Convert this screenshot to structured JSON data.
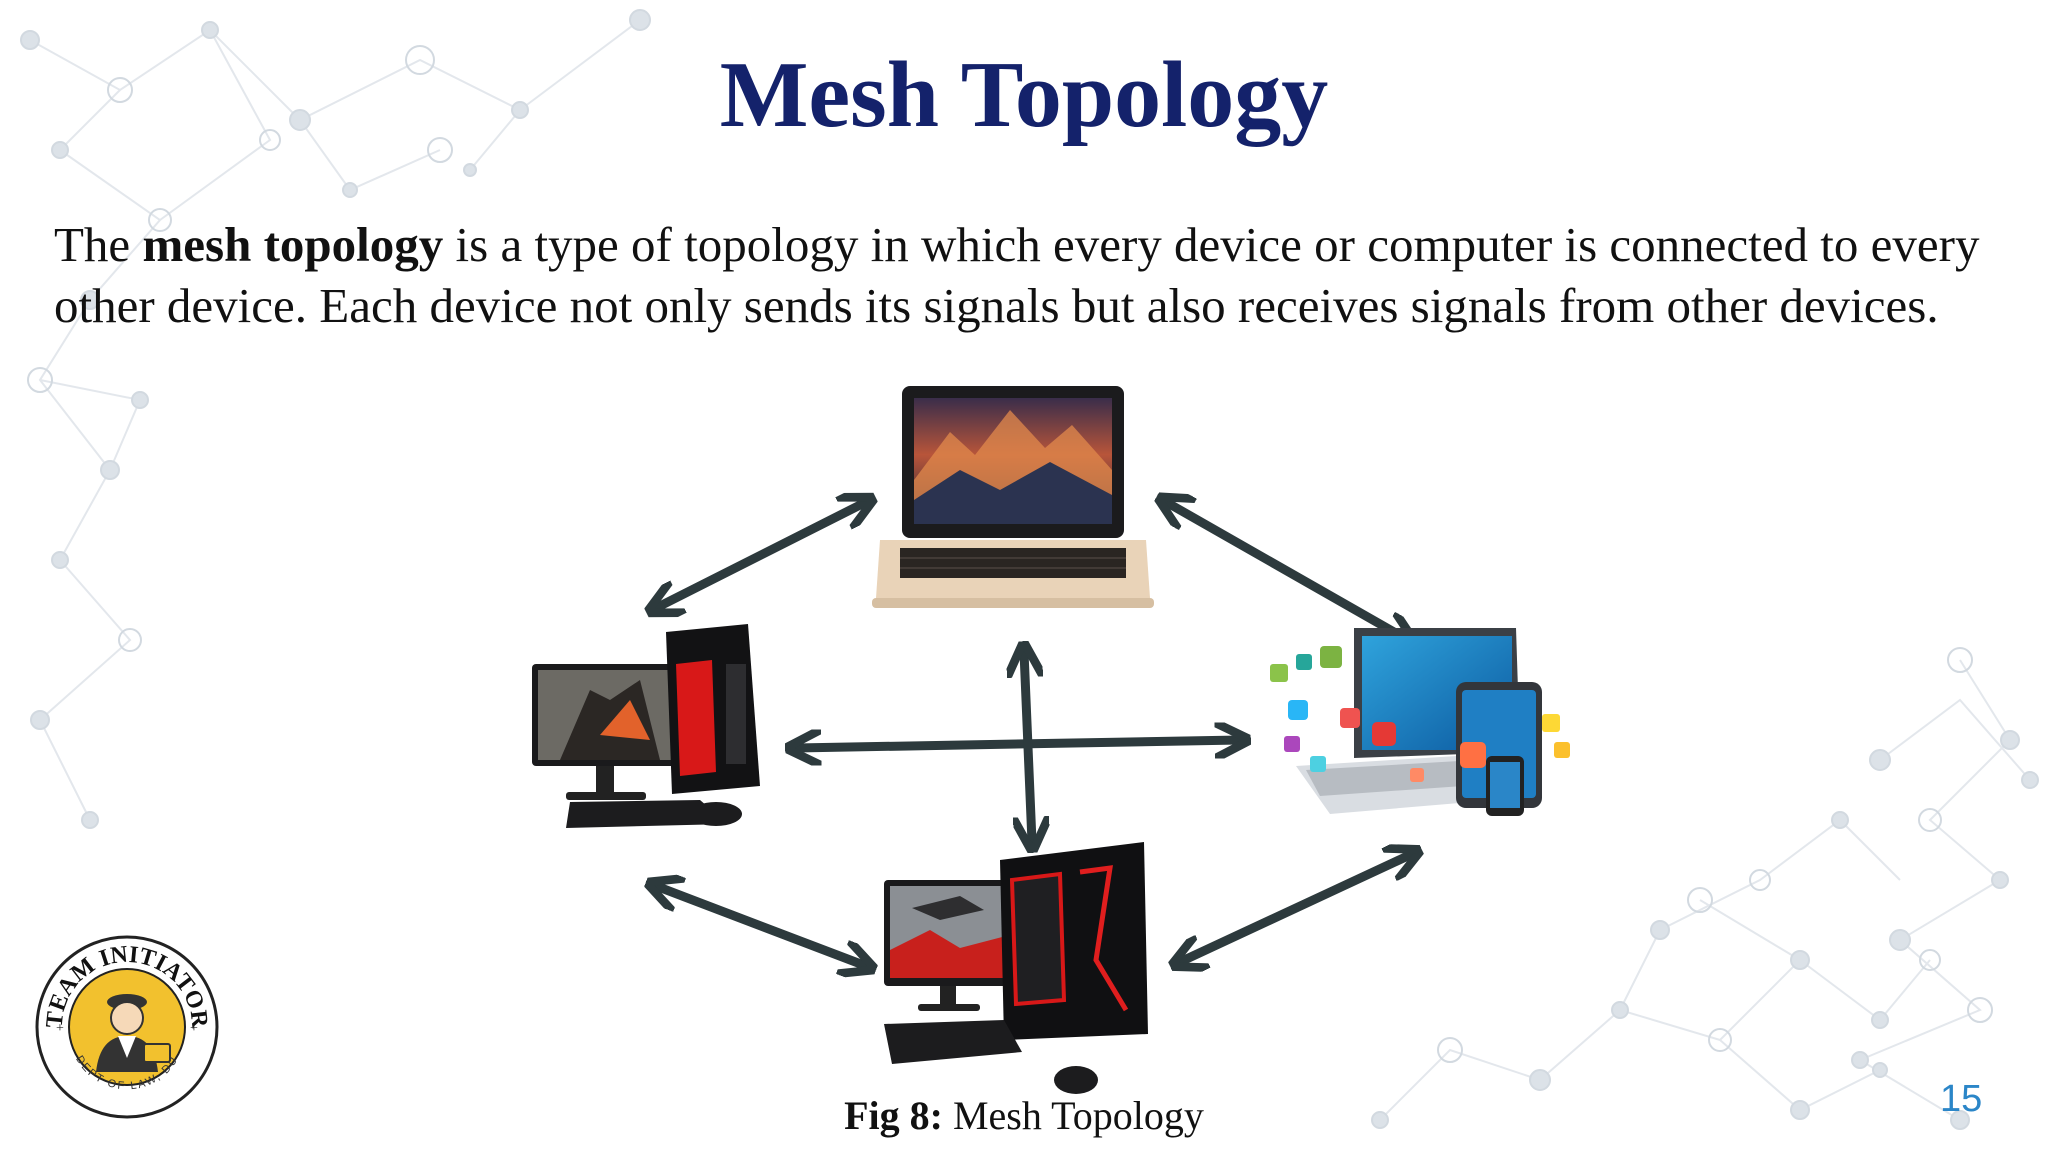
{
  "slide": {
    "title": "Mesh Topology",
    "intro": {
      "pre": "The ",
      "bold": "mesh topology",
      "post": " is a type of topology in which every device or computer is connected to every other device. Each device not only sends its signals but also receives signals from other devices."
    },
    "caption": {
      "label": "Fig 8:",
      "text": " Mesh Topology"
    },
    "page_number": "15"
  },
  "logo": {
    "top_text": "TEAM INITIATOR",
    "bottom_text": "DEPT OF LAW, DU"
  },
  "diagram": {
    "nodes": [
      {
        "id": "laptop",
        "icon": "laptop-icon"
      },
      {
        "id": "gaming-pc-left",
        "icon": "desktop-computer-icon"
      },
      {
        "id": "multi-device",
        "icon": "laptop-tablet-phone-icon"
      },
      {
        "id": "gaming-pc-bottom",
        "icon": "desktop-computer-icon"
      }
    ],
    "connections": "bidirectional-arrows",
    "colors": {
      "arrow": "#2d3a3d",
      "title": "#14226b",
      "page_number": "#2b86c8"
    }
  }
}
